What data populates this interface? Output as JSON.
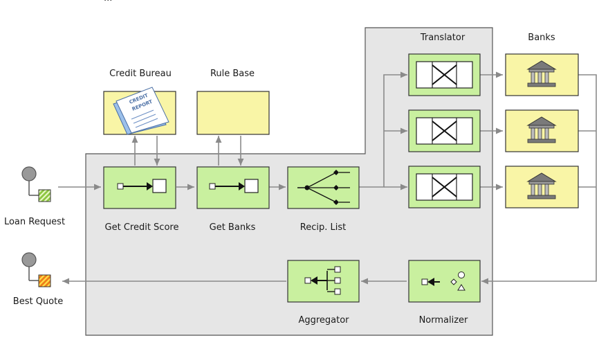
{
  "colors": {
    "component_fill": "#c9f09f",
    "resource_fill": "#f9f5a6",
    "container_fill": "#e6e6e6",
    "connector": "#8a8a8a",
    "request_badge": "#8cc63f",
    "quote_badge": "#ef7d1a"
  },
  "labels": {
    "top_partial": "...",
    "credit_bureau": "Credit Bureau",
    "rule_base": "Rule Base",
    "translator": "Translator",
    "banks": "Banks",
    "loan_request": "Loan Request",
    "get_credit_score": "Get Credit Score",
    "get_banks": "Get Banks",
    "recip_list": "Recip. List",
    "best_quote": "Best Quote",
    "aggregator": "Aggregator",
    "normalizer": "Normalizer"
  },
  "icons": {
    "credit_report": "credit-report-document-icon",
    "bank": "bank-building-icon",
    "translator": "message-translator-icon",
    "content_enricher": "content-enricher-icon",
    "recipient_list": "recipient-list-icon",
    "aggregator": "aggregator-icon",
    "normalizer": "normalizer-icon",
    "endpoint": "endpoint-icon"
  },
  "credit_report_text": [
    "CREDIT",
    "REPORT"
  ]
}
